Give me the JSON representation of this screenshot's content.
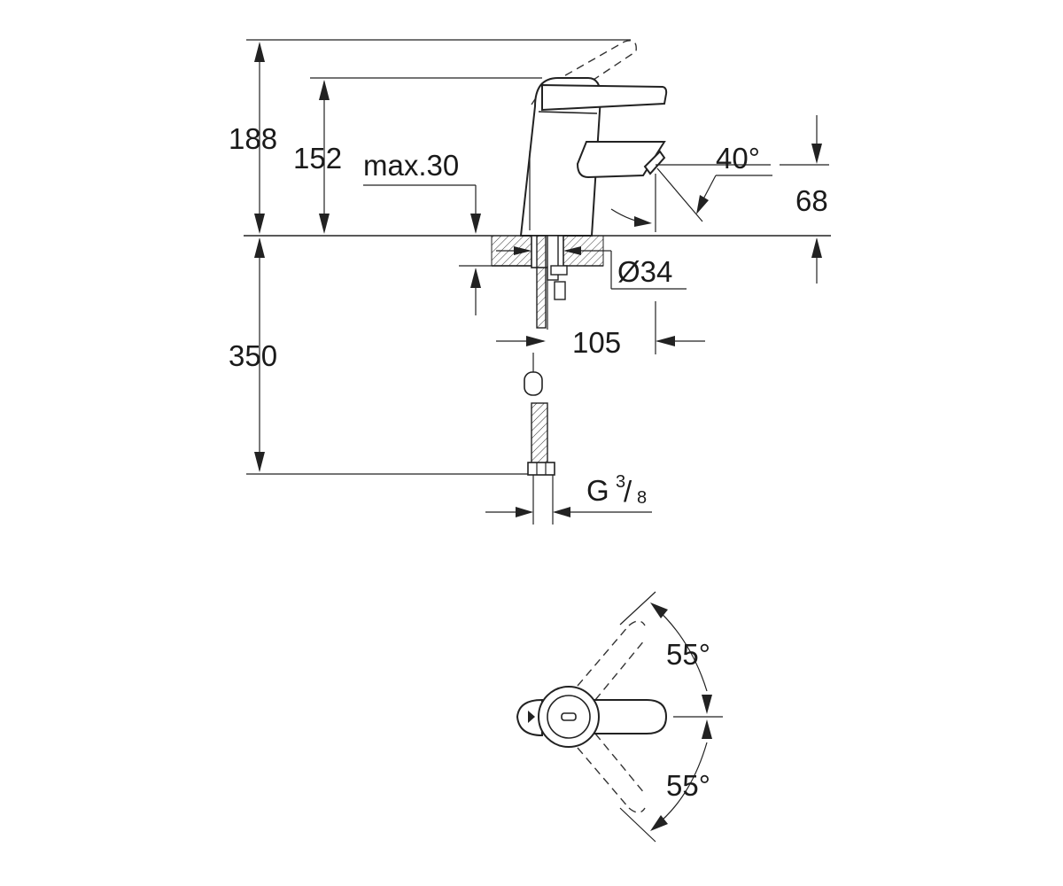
{
  "dimensions": {
    "total_height": "188",
    "spout_height": "152",
    "max_thickness": "max.30",
    "angle_spout": "40°",
    "spout_drop": "68",
    "hole_diameter": "Ø34",
    "reach": "105",
    "hose_length": "350",
    "thread_main": "G",
    "thread_num": "3",
    "thread_den": "8",
    "lever_angle_up": "55°",
    "lever_angle_down": "55°"
  }
}
